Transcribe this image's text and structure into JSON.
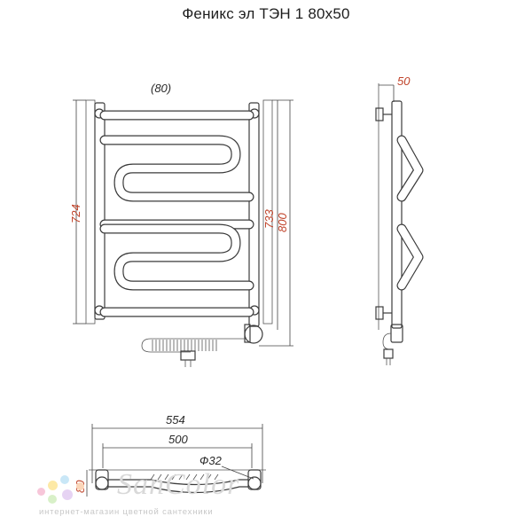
{
  "title": "Феникс эл ТЭН 1 80х50",
  "dimensions": {
    "top_offset": "(80)",
    "outer_height_left": "724",
    "inner_height": "733",
    "total_height": "800",
    "side_depth": "50",
    "total_width": "554",
    "axis_width": "500",
    "pipe_diameter": "Ф32",
    "plan_depth": "80"
  },
  "brand": {
    "name": "SanColor",
    "tagline": "интернет-магазин цветной сантехники",
    "dot_colors": [
      "#f7c6d9",
      "#fde9a6",
      "#c9e7f7",
      "#d8f0c8",
      "#e6d3f3",
      "#fbd5b8"
    ]
  },
  "colors": {
    "line": "#3c3c3c",
    "dimension_text": "#c0442b"
  }
}
